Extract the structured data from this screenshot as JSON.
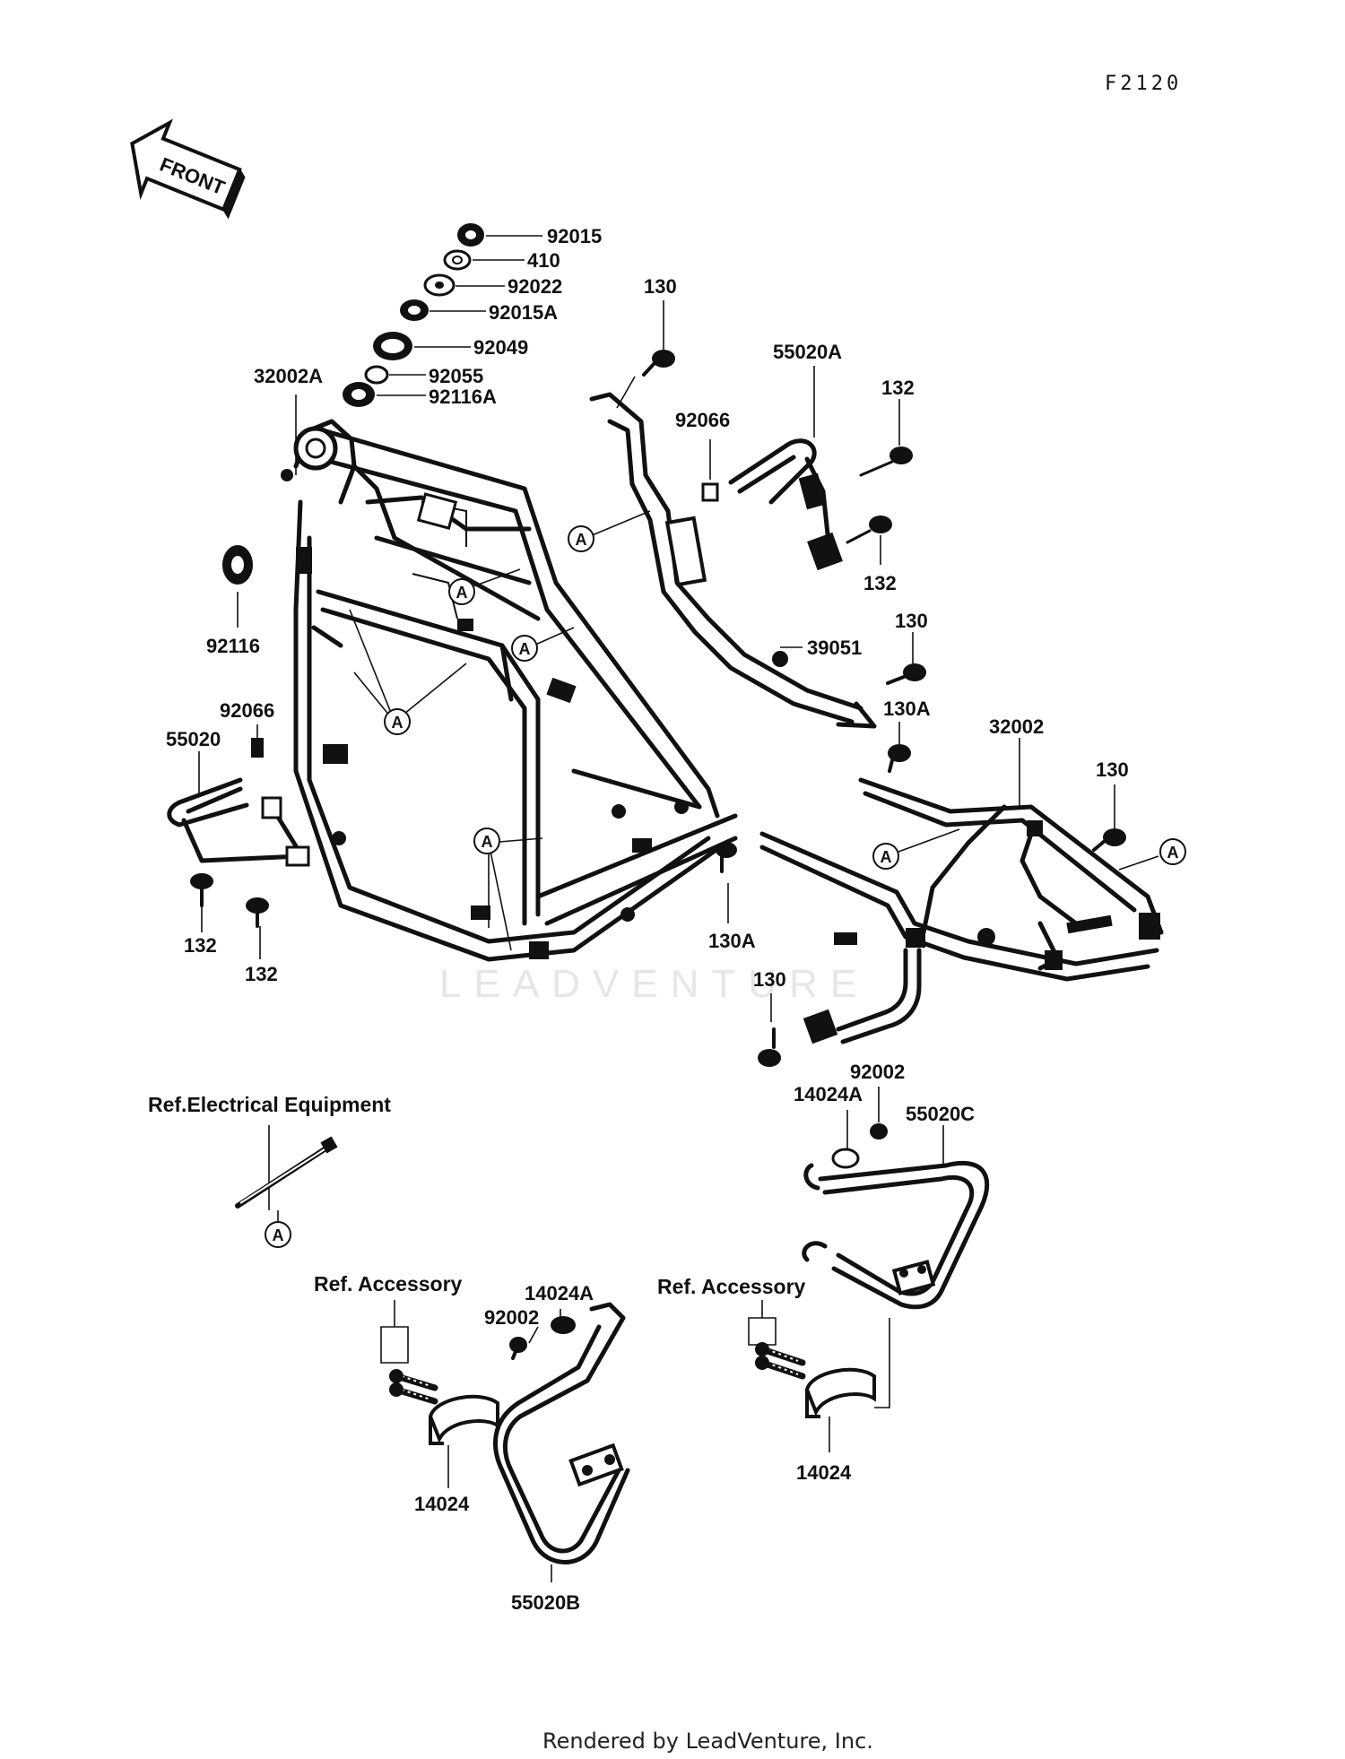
{
  "figure_code": "F2120",
  "front_arrow": {
    "label": "FRONT",
    "icon": "front-arrow-icon"
  },
  "watermark": "LEADVENTURE",
  "footer": "Rendered by LeadVenture, Inc.",
  "references": {
    "electrical": "Ref.Electrical Equipment",
    "accessory_left": "Ref. Accessory",
    "accessory_right": "Ref. Accessory"
  },
  "callout_marker": "A",
  "parts": {
    "p92015": "92015",
    "p410": "410",
    "p92022": "92022",
    "p92015A": "92015A",
    "p92049": "92049",
    "p92055": "92055",
    "p92116A": "92116A",
    "p32002A": "32002A",
    "p92116": "92116",
    "p92066_left": "92066",
    "p55020": "55020",
    "p132_a": "132",
    "p132_b": "132",
    "p130_top": "130",
    "p55020A": "55020A",
    "p92066_right": "92066",
    "p132_c": "132",
    "p132_d": "132",
    "p39051": "39051",
    "p130_mid": "130",
    "p130A_upper": "130A",
    "p32002": "32002",
    "p130_right": "130",
    "p130A_lower": "130A",
    "p130_bottom": "130",
    "p92002_right": "92002",
    "p14024A_right": "14024A",
    "p55020C": "55020C",
    "p14024A_left": "14024A",
    "p92002_left": "92002",
    "p14024_left": "14024",
    "p55020B": "55020B",
    "p14024_right": "14024"
  }
}
